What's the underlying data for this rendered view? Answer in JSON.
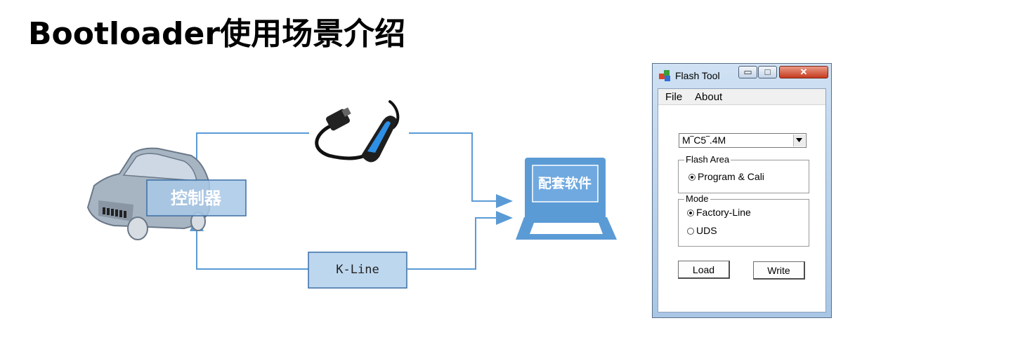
{
  "slide": {
    "title": "Bootloader使用场景介绍"
  },
  "diagram": {
    "controller_label": "控制器",
    "kline_label": "K-Line",
    "laptop_label": "配套软件"
  },
  "flash_tool": {
    "window_title": "Flash Tool",
    "menu": {
      "file": "File",
      "about": "About"
    },
    "combo_value": "M‾C5‾.4M",
    "flash_area": {
      "label": "Flash Area",
      "option": "Program & Cali"
    },
    "mode": {
      "label": "Mode",
      "options": [
        "Factory-Line",
        "UDS"
      ],
      "selected": "Factory-Line"
    },
    "buttons": {
      "load": "Load",
      "write": "Write"
    }
  }
}
